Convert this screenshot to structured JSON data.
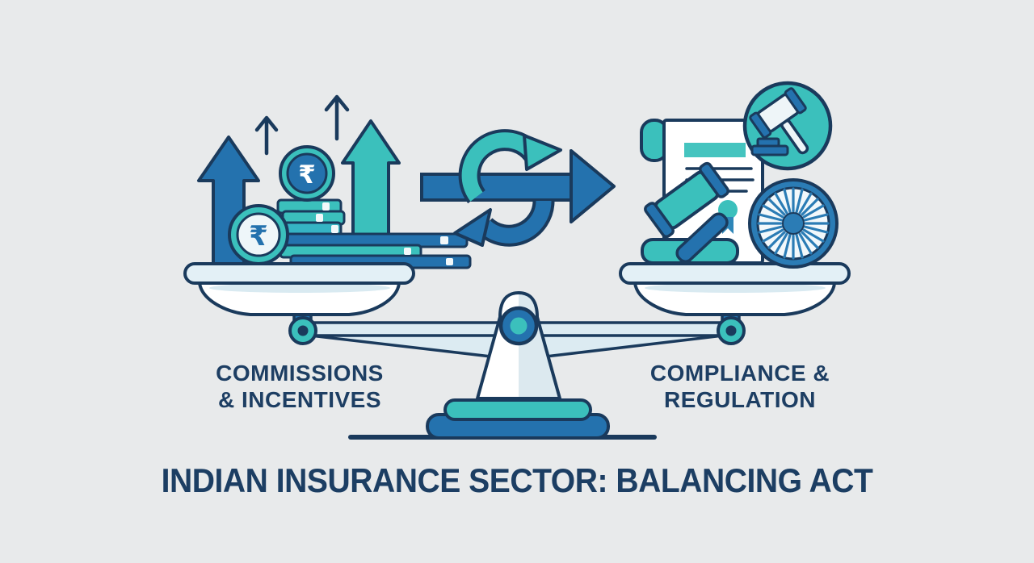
{
  "title": "INDIAN INSURANCE SECTOR: BALANCING ACT",
  "rupee_symbol": "₹",
  "scale": {
    "left_pan": {
      "label_line1": "COMMISSIONS",
      "label_line2": "& INCENTIVES",
      "icons": [
        "trend-up-arrow",
        "growth-arrow-blue",
        "growth-arrow-teal",
        "rupee-coin",
        "rupee-coin-stack"
      ]
    },
    "right_pan": {
      "label_line1": "COMPLIANCE &",
      "label_line2": "REGULATION",
      "icons": [
        "regulation-scroll",
        "gavel",
        "gavel-badge",
        "certificate-seal",
        "ashoka-chakra"
      ]
    },
    "center_icon": "transition-exchange-arrow"
  },
  "colors": {
    "background": "#e8eaeb",
    "outline_navy": "#1a3a5c",
    "blue": "#2472ae",
    "teal": "#3bc0bc",
    "pale_blue": "#dcebf2",
    "chakra_blue": "#2b7cb5",
    "text_navy": "#1d3e63"
  }
}
